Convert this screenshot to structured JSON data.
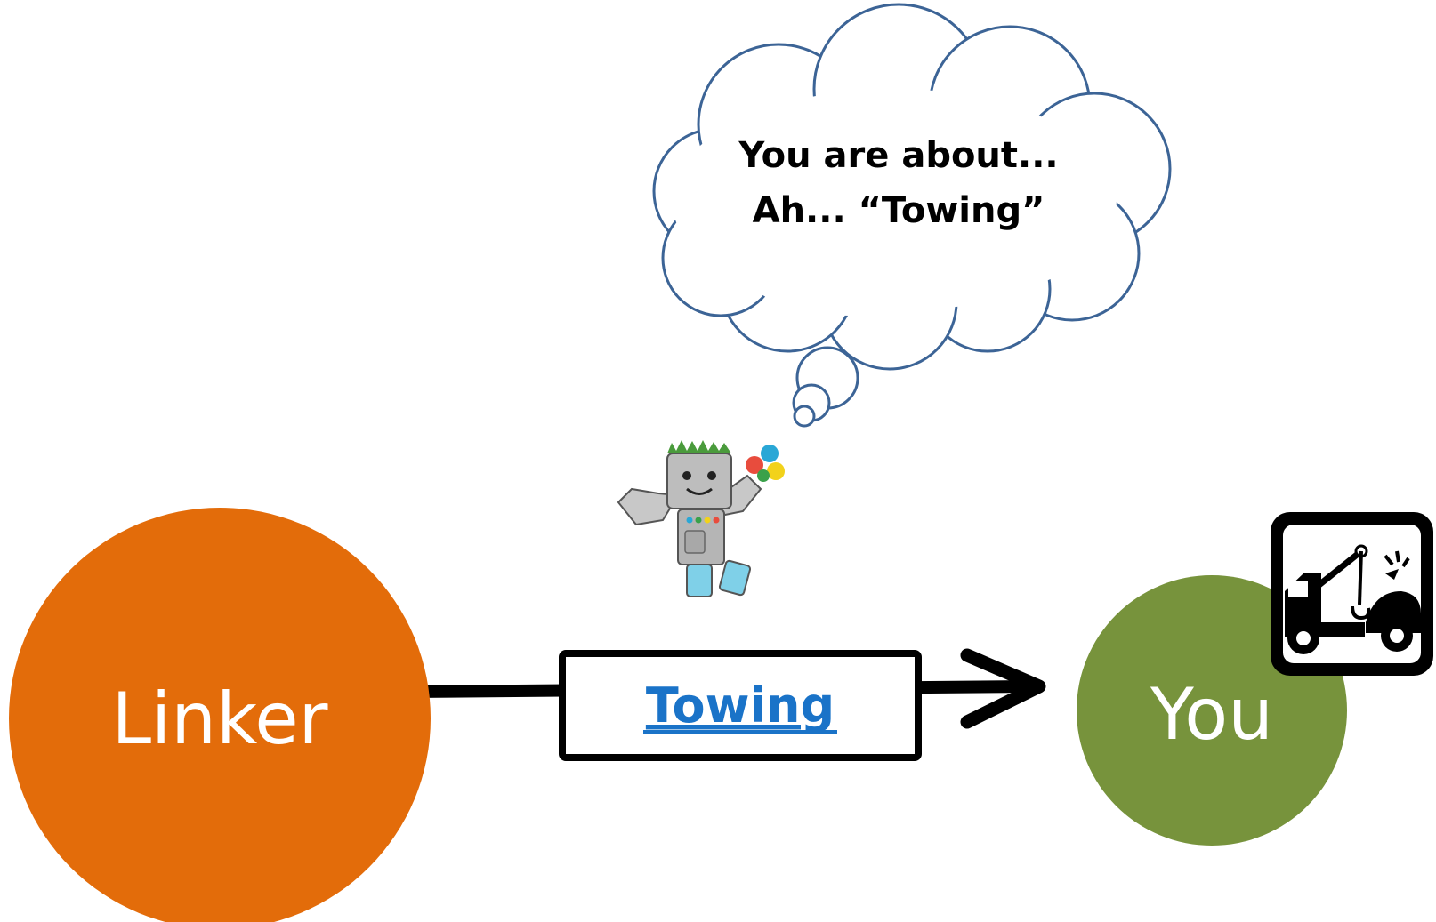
{
  "nodes": {
    "source": {
      "label": "Linker",
      "color": "#e36c0a"
    },
    "target": {
      "label": "You",
      "color": "#77933c"
    }
  },
  "link": {
    "anchor_text": "Towing",
    "anchor_color": "#1a73c8"
  },
  "thought_bubble": {
    "line1": "You are about...",
    "line2": "Ah... “Towing”",
    "stroke_color": "#3c6496"
  },
  "icons": {
    "crawler": "googlebot-robot-icon",
    "tow_truck": "tow-truck-icon"
  }
}
